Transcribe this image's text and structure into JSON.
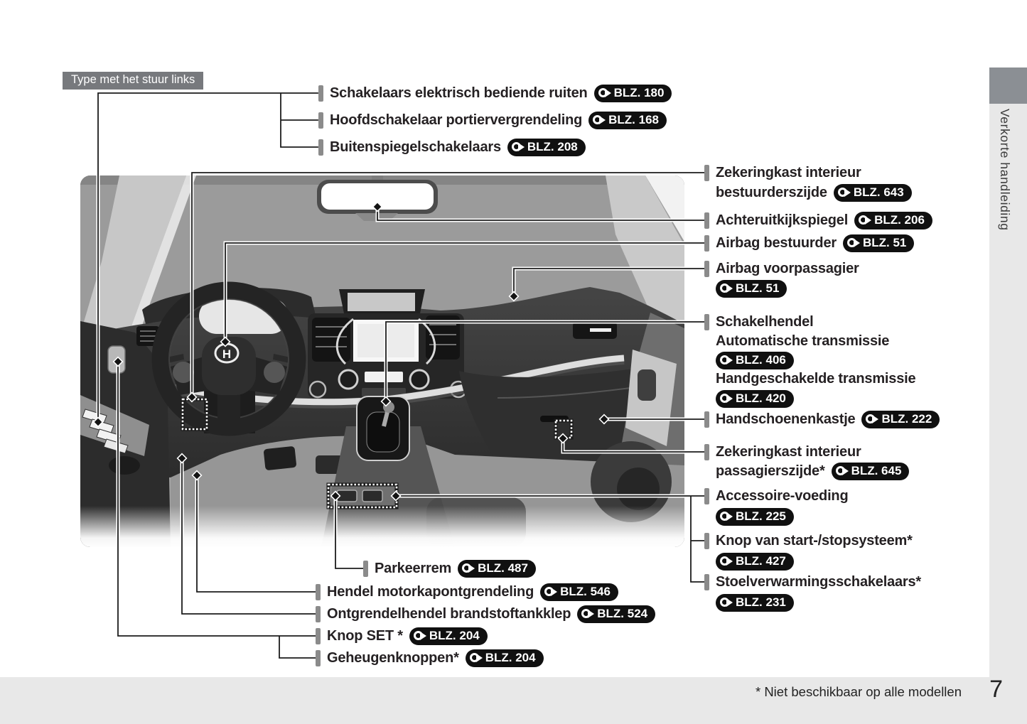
{
  "page": {
    "variant_label": "Type met het stuur links",
    "sidebar_title": "Verkorte handleiding",
    "footer": {
      "note": "* Niet beschikbaar op alle modellen",
      "page_number": "7"
    }
  },
  "callouts": {
    "top_left": [
      {
        "label": "Schakelaars elektrisch bediende ruiten",
        "ref": "BLZ. 180"
      },
      {
        "label": "Hoofdschakelaar portiervergrendeling",
        "ref": "BLZ. 168"
      },
      {
        "label": "Buitenspiegelschakelaars",
        "ref": "BLZ. 208"
      }
    ],
    "right": [
      {
        "line1": "Zekeringkast interieur",
        "line2": "bestuurderszijde",
        "ref": "BLZ. 643"
      },
      {
        "label": "Achteruitkijkspiegel",
        "ref": "BLZ. 206"
      },
      {
        "label": "Airbag bestuurder",
        "ref": "BLZ. 51"
      },
      {
        "label": "Airbag voorpassagier",
        "ref": "BLZ. 51"
      },
      {
        "label": "Schakelhendel",
        "sub1": "Automatische transmissie",
        "ref1": "BLZ. 406",
        "sub2": "Handgeschakelde transmissie",
        "ref2": "BLZ. 420"
      },
      {
        "label": "Handschoenenkastje",
        "ref": "BLZ. 222"
      },
      {
        "line1": "Zekeringkast interieur",
        "line2": "passagierszijde*",
        "ref": "BLZ. 645"
      },
      {
        "label": "Accessoire-voeding",
        "ref": "BLZ. 225"
      },
      {
        "label": "Knop van start-/stopsysteem*",
        "ref": "BLZ. 427"
      },
      {
        "label": "Stoelverwarmingsschakelaars*",
        "ref": "BLZ. 231"
      }
    ],
    "bottom": [
      {
        "label": "Parkeerrem",
        "ref": "BLZ. 487"
      },
      {
        "label": "Hendel motorkapontgrendeling",
        "ref": "BLZ. 546"
      },
      {
        "label": "Ontgrendelhendel brandstoftankklep",
        "ref": "BLZ. 524"
      },
      {
        "label": "Knop SET *",
        "ref": "BLZ. 204"
      },
      {
        "label": "Geheugenknoppen*",
        "ref": "BLZ. 204"
      }
    ]
  },
  "colors": {
    "badge_bg": "#101010",
    "badge_text": "#ffffff",
    "tick": "#8b8b8b",
    "variant_bg": "#77797d",
    "sidebar_tab": "#8b8f94",
    "sidebar_strip": "#e8e8e8",
    "footer_band": "#e8e8e8",
    "line": "#1c1c1c"
  }
}
